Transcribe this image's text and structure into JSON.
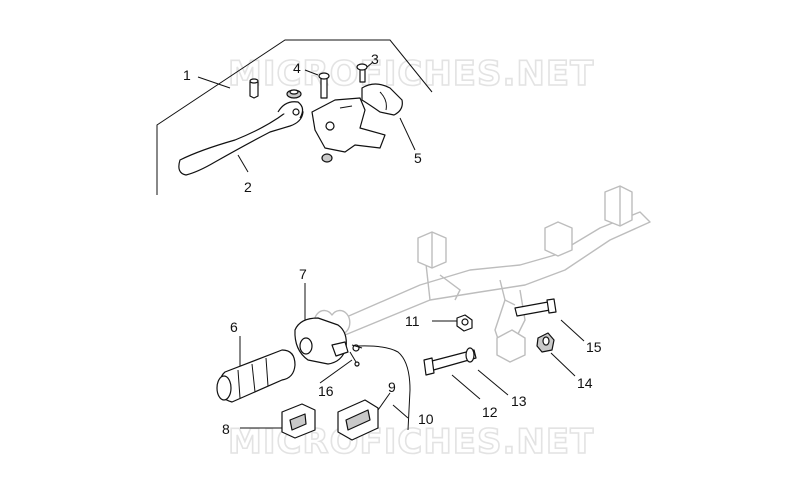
{
  "watermark": "MICROFICHES.NET",
  "callouts": [
    {
      "id": "1",
      "text": "1"
    },
    {
      "id": "2",
      "text": "2"
    },
    {
      "id": "3",
      "text": "3"
    },
    {
      "id": "4",
      "text": "4"
    },
    {
      "id": "5",
      "text": "5"
    },
    {
      "id": "6",
      "text": "6"
    },
    {
      "id": "7",
      "text": "7"
    },
    {
      "id": "8",
      "text": "8"
    },
    {
      "id": "9",
      "text": "9"
    },
    {
      "id": "10",
      "text": "10"
    },
    {
      "id": "11",
      "text": "11"
    },
    {
      "id": "12",
      "text": "12"
    },
    {
      "id": "13",
      "text": "13"
    },
    {
      "id": "14",
      "text": "14"
    },
    {
      "id": "15",
      "text": "15"
    },
    {
      "id": "16",
      "text": "16"
    }
  ]
}
